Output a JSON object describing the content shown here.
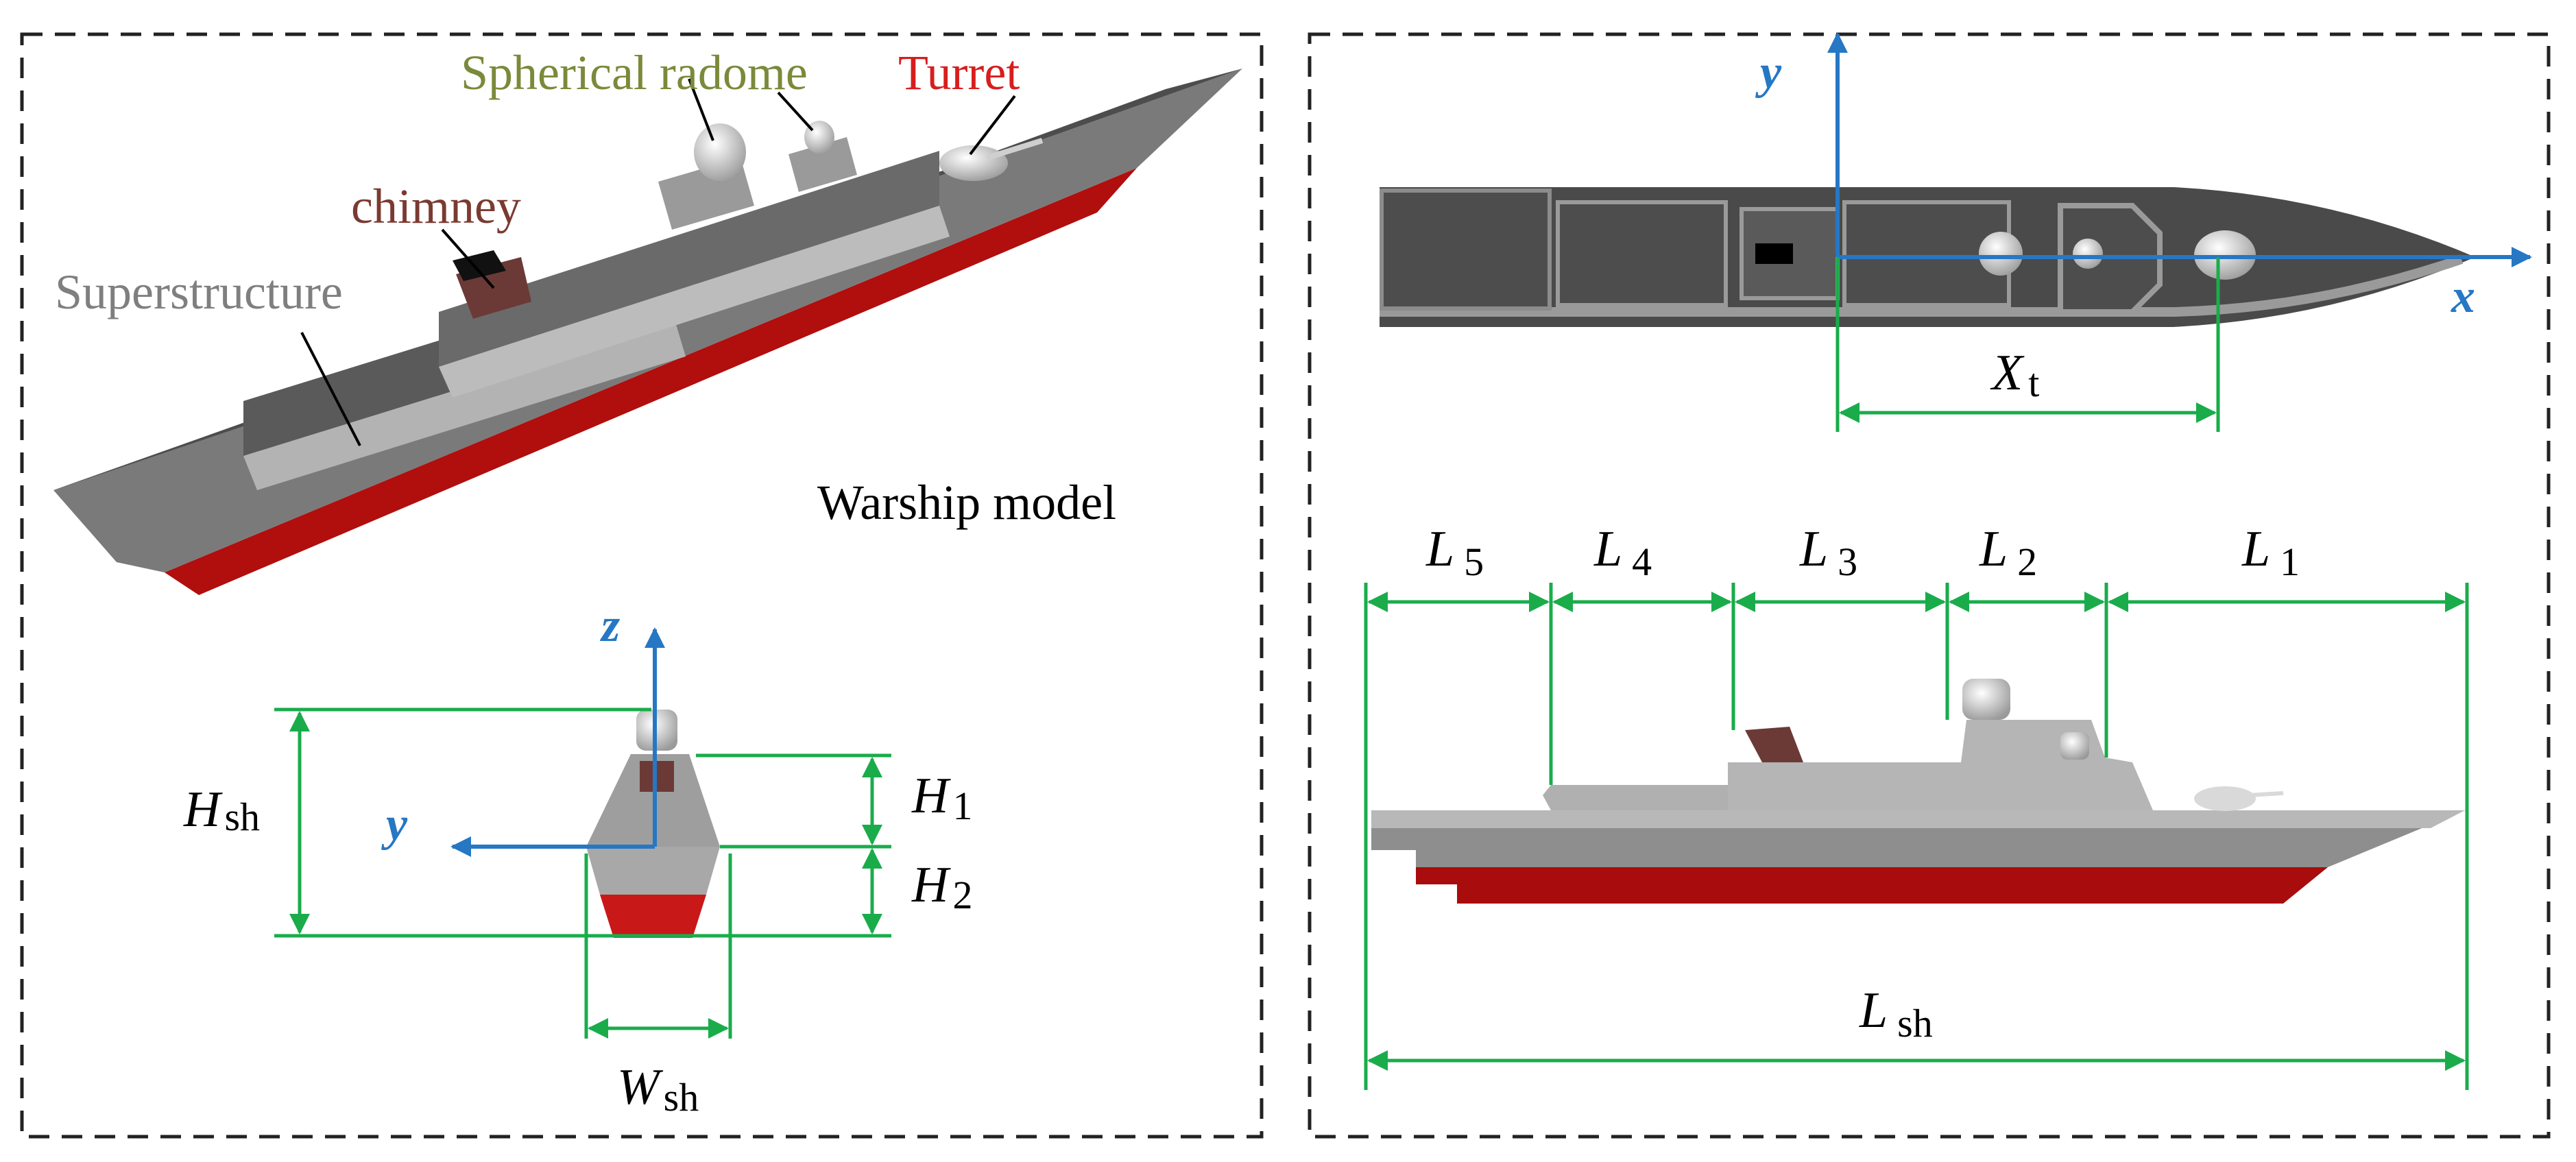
{
  "colors": {
    "dim_line": "#1aac4b",
    "axis": "#2677c4",
    "hull_red": "#b10e0e",
    "deck_gray": "#a6a6a6",
    "dark_gray": "#4a4a4a",
    "label_green": "#7a8a3a",
    "label_chimney": "#7a3a32",
    "label_turret": "#d71e1e",
    "label_super": "#7f7f7f"
  },
  "left_panel": {
    "labels": {
      "spherical_radome": "Spherical radome",
      "turret": "Turret",
      "chimney": "chimney",
      "superstructure": "Superstructure",
      "caption": "Warship model"
    },
    "section": {
      "axis_z": "z",
      "axis_y": "y",
      "H_sh": {
        "main": "H",
        "sub": "sh"
      },
      "H_1": {
        "main": "H",
        "sub": "1"
      },
      "H_2": {
        "main": "H",
        "sub": "2"
      },
      "W_sh": {
        "main": "W",
        "sub": "sh"
      }
    }
  },
  "right_panel": {
    "top_view": {
      "axis_x": "x",
      "axis_y": "y",
      "X_t": {
        "main": "X",
        "sub": "t"
      }
    },
    "side_view": {
      "L_5": {
        "main": "L",
        "sub": "5"
      },
      "L_4": {
        "main": "L",
        "sub": "4"
      },
      "L_3": {
        "main": "L",
        "sub": "3"
      },
      "L_2": {
        "main": "L",
        "sub": "2"
      },
      "L_1": {
        "main": "L",
        "sub": "1"
      },
      "L_sh": {
        "main": "L",
        "sub": "sh"
      }
    }
  }
}
